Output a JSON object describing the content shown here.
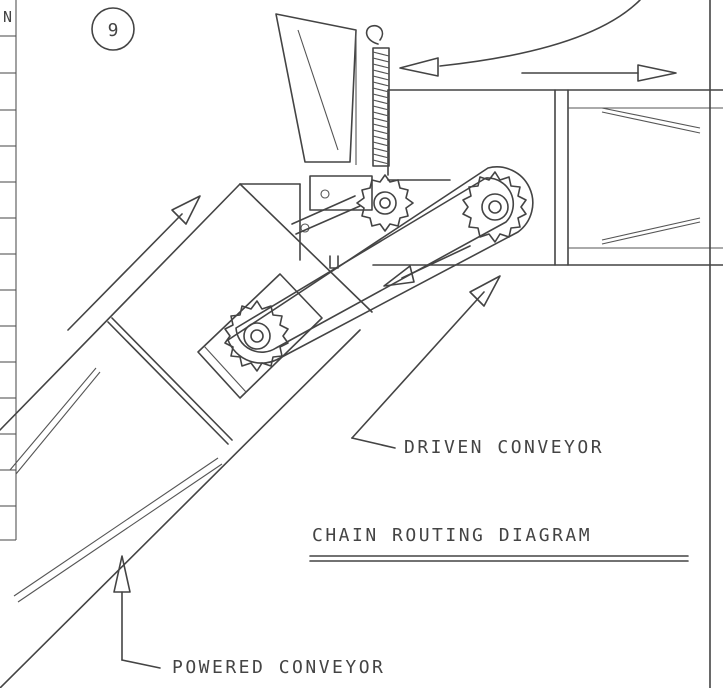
{
  "sheet": {
    "item_number": "9",
    "table_header_char": "N"
  },
  "labels": {
    "driven_conveyor": "DRIVEN CONVEYOR",
    "title": "CHAIN ROUTING DIAGRAM",
    "powered_conveyor": "POWERED CONVEYOR"
  },
  "colors": {
    "line": "#444444",
    "background": "#ffffff"
  }
}
